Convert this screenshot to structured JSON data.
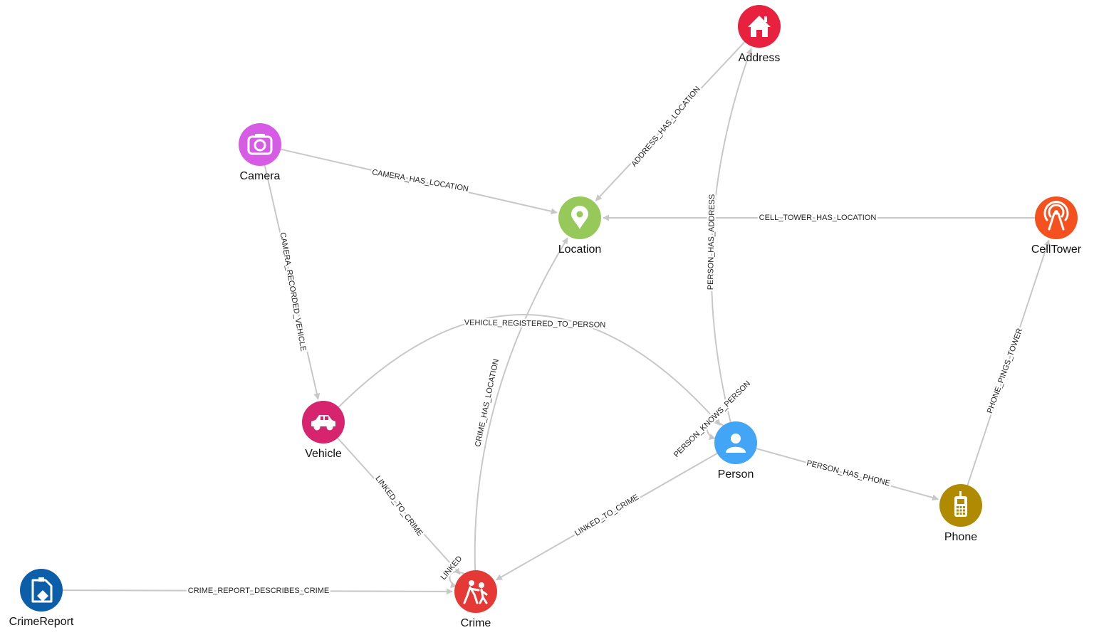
{
  "nodes": [
    {
      "id": "address",
      "label": "Address",
      "color": "#e8213f",
      "icon": "home-icon"
    },
    {
      "id": "camera",
      "label": "Camera",
      "color": "#d65ce6",
      "icon": "camera-icon"
    },
    {
      "id": "location",
      "label": "Location",
      "color": "#96c95a",
      "icon": "map-pin-icon"
    },
    {
      "id": "celltower",
      "label": "CellTower",
      "color": "#f4511e",
      "icon": "cell-tower-icon"
    },
    {
      "id": "vehicle",
      "label": "Vehicle",
      "color": "#d6256e",
      "icon": "car-icon"
    },
    {
      "id": "person",
      "label": "Person",
      "color": "#42a5f5",
      "icon": "person-icon"
    },
    {
      "id": "phone",
      "label": "Phone",
      "color": "#b08a00",
      "icon": "mobile-phone-icon"
    },
    {
      "id": "crimereport",
      "label": "CrimeReport",
      "color": "#0d5ea8",
      "icon": "report-document-icon"
    },
    {
      "id": "crime",
      "label": "Crime",
      "color": "#e53935",
      "icon": "crime-figures-icon"
    }
  ],
  "edges": [
    {
      "id": "e1",
      "from": "address",
      "to": "location",
      "label": "ADDRESS_HAS_LOCATION"
    },
    {
      "id": "e2",
      "from": "camera",
      "to": "location",
      "label": "CAMERA_HAS_LOCATION"
    },
    {
      "id": "e3",
      "from": "celltower",
      "to": "location",
      "label": "CELL_TOWER_HAS_LOCATION"
    },
    {
      "id": "e4",
      "from": "camera",
      "to": "vehicle",
      "label": "CAMERA_RECORDED_VEHICLE"
    },
    {
      "id": "e5",
      "from": "vehicle",
      "to": "person",
      "label": "VEHICLE_REGISTERED_TO_PERSON"
    },
    {
      "id": "e6",
      "from": "crime",
      "to": "location",
      "label": "CRIME_HAS_LOCATION"
    },
    {
      "id": "e7",
      "from": "person",
      "to": "address",
      "label": "PERSON_HAS_ADDRESS"
    },
    {
      "id": "e8",
      "from": "person",
      "to": "person",
      "label": "PERSON_KNOWS_PERSON"
    },
    {
      "id": "e9",
      "from": "person",
      "to": "phone",
      "label": "PERSON_HAS_PHONE"
    },
    {
      "id": "e10",
      "from": "phone",
      "to": "celltower",
      "label": "PHONE_PINGS_TOWER"
    },
    {
      "id": "e11",
      "from": "vehicle",
      "to": "crime",
      "label": "LINKED_TO_CRIME"
    },
    {
      "id": "e12",
      "from": "person",
      "to": "crime",
      "label": "LINKED_TO_CRIME"
    },
    {
      "id": "e13",
      "from": "crime",
      "to": "crime",
      "label": "LINKED"
    },
    {
      "id": "e14",
      "from": "crimereport",
      "to": "crime",
      "label": "CRIME_REPORT_DESCRIBES_CRIME"
    }
  ]
}
